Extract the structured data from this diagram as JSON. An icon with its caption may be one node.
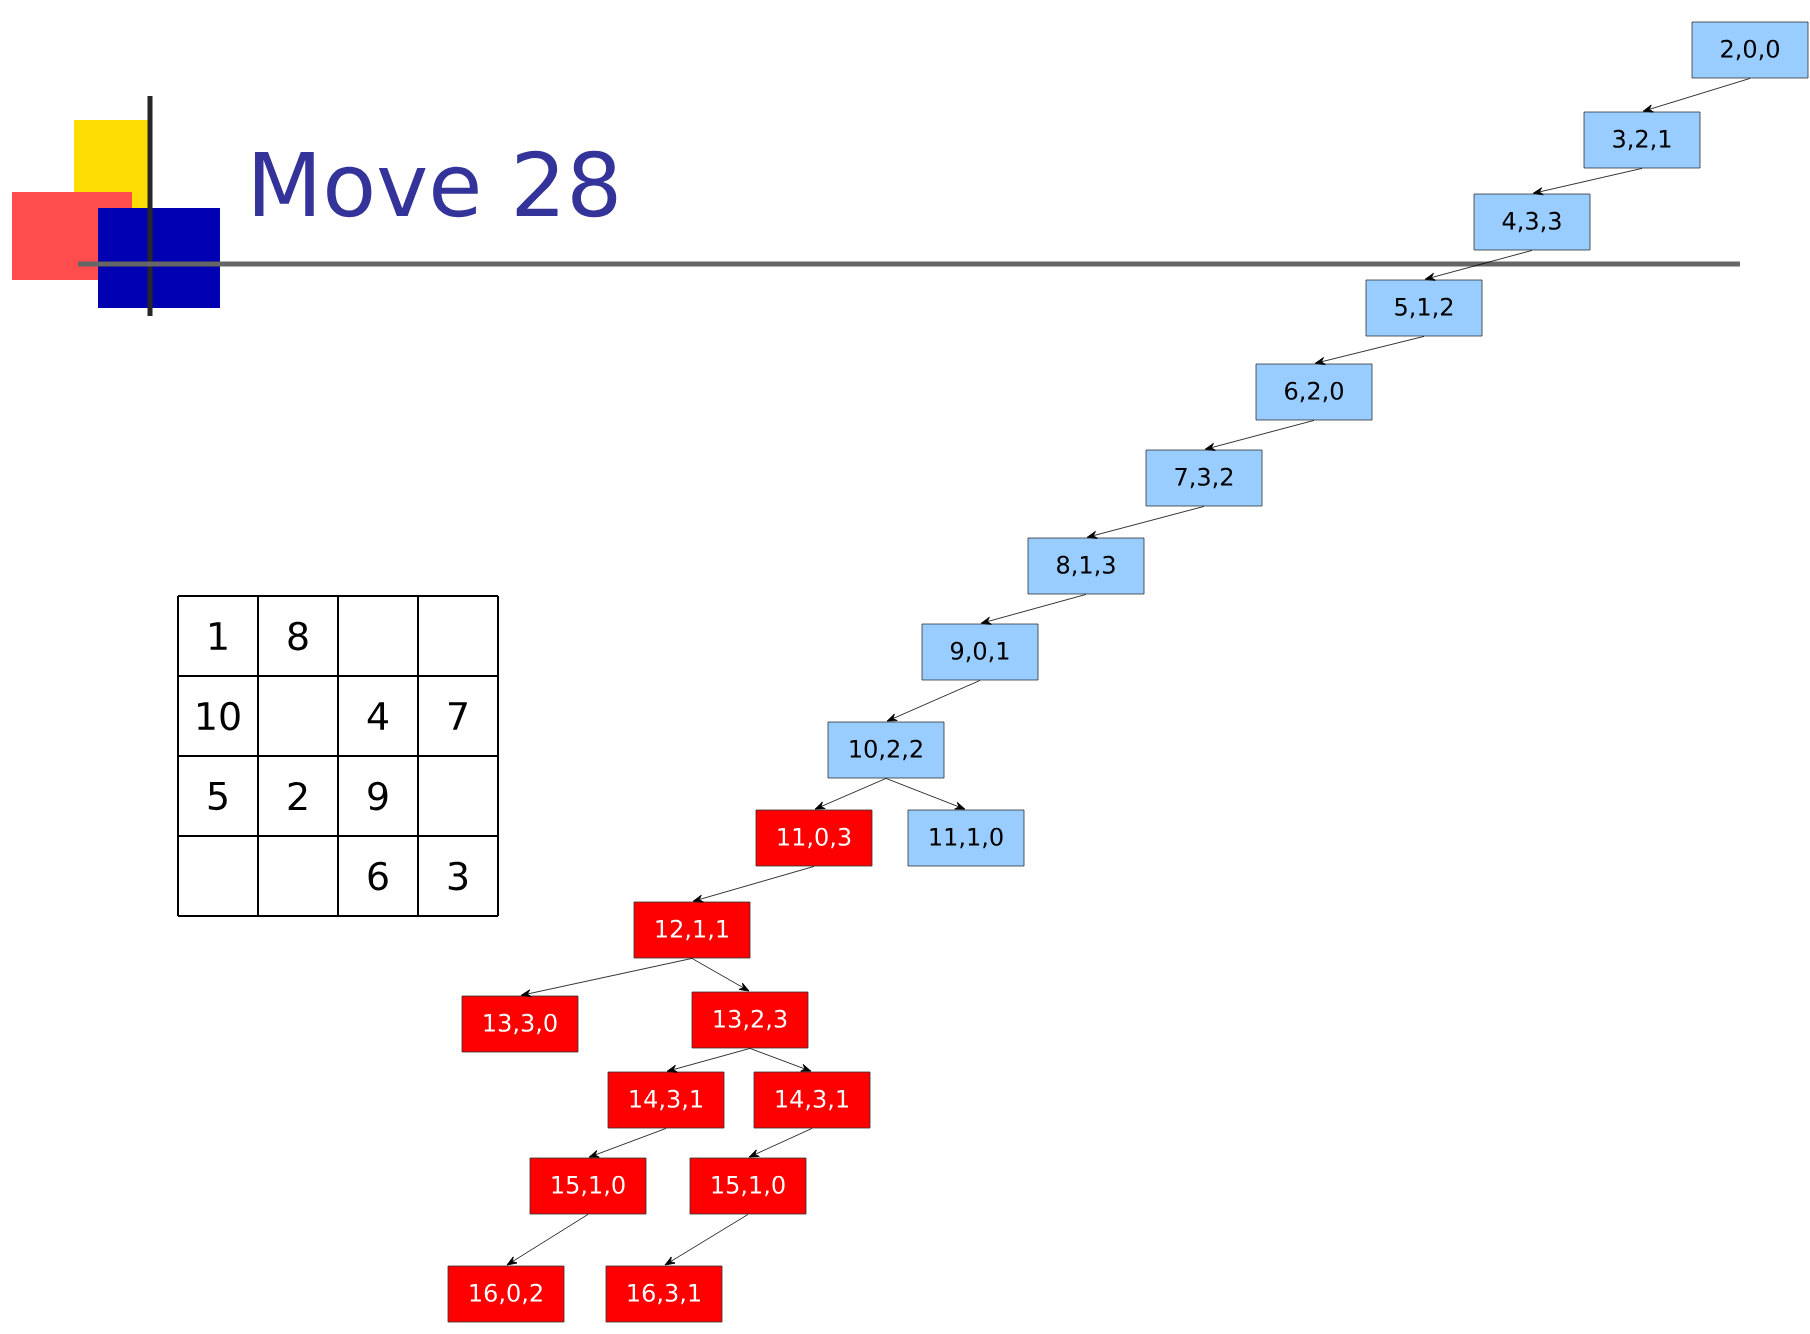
{
  "diagram": {
    "title": "Move 28",
    "nodes": [
      {
        "text": [
          "2,0,0"
        ]
      },
      {
        "text": [
          "3,2,1"
        ]
      },
      {
        "text": [
          "4,3,3"
        ]
      },
      {
        "text": [
          "5,1,2"
        ]
      },
      {
        "text": [
          "6,2,0"
        ]
      },
      {
        "text": [
          "7,3,2"
        ]
      },
      {
        "text": [
          "8,1,3"
        ]
      },
      {
        "text": [
          "9,0,1"
        ]
      },
      {
        "text": [
          "10,2,2"
        ]
      },
      {
        "text": [
          "11,0,3"
        ]
      },
      {
        "text": [
          "11,1,0"
        ]
      },
      {
        "text": [
          "12,1,1"
        ]
      },
      {
        "text": [
          "13,3,0"
        ]
      },
      {
        "text": [
          "13,2,3"
        ]
      },
      {
        "text": [
          "14,3,1"
        ]
      },
      {
        "text": [
          "14,3,1"
        ]
      },
      {
        "text": [
          "15,1,0"
        ]
      },
      {
        "text": [
          "15,1,0"
        ]
      },
      {
        "text": [
          "16,0,2"
        ]
      },
      {
        "text": [
          "16,3,1"
        ]
      }
    ],
    "edges": [
      {
        "from": 0,
        "to": 1,
        "arrow": "to"
      },
      {
        "from": 1,
        "to": 2,
        "arrow": "to"
      },
      {
        "from": 2,
        "to": 3,
        "arrow": "to"
      },
      {
        "from": 3,
        "to": 4,
        "arrow": "to"
      },
      {
        "from": 4,
        "to": 5,
        "arrow": "to"
      },
      {
        "from": 5,
        "to": 6,
        "arrow": "to"
      },
      {
        "from": 6,
        "to": 7,
        "arrow": "to"
      },
      {
        "from": 7,
        "to": 8,
        "arrow": "to"
      },
      {
        "from": 8,
        "to": 9,
        "arrow": "to"
      },
      {
        "from": 8,
        "to": 10,
        "arrow": "to"
      },
      {
        "from": 9,
        "to": 11,
        "arrow": "to"
      },
      {
        "from": 11,
        "to": 12,
        "arrow": "to"
      },
      {
        "from": 11,
        "to": 13,
        "arrow": "to"
      },
      {
        "from": 13,
        "to": 14,
        "arrow": "to"
      },
      {
        "from": 13,
        "to": 15,
        "arrow": "to"
      },
      {
        "from": 14,
        "to": 16,
        "arrow": "to"
      },
      {
        "from": 15,
        "to": 17,
        "arrow": "to"
      },
      {
        "from": 16,
        "to": 18,
        "arrow": "to"
      },
      {
        "from": 17,
        "to": 19,
        "arrow": "to"
      }
    ],
    "labels": [
      "1",
      "8",
      "10",
      "4",
      "7",
      "5",
      "2",
      "9",
      "6",
      "3"
    ]
  }
}
